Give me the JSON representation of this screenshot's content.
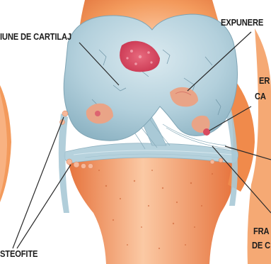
{
  "labels": {
    "cartilage_loss": "IUNE DE CARTILAJ",
    "bone_exposure": "EXPUNERE",
    "erosion_line1": "ER",
    "erosion_line2": "CA",
    "fracture_line1": "FRA",
    "fracture_line2": "DE C",
    "osteophytes": "STEOFITE"
  },
  "colors": {
    "bone_orange": "#f08a4b",
    "cartilage_blue": "#a9c9d6",
    "lesion_red": "#d94a5e",
    "label_text": "#1c1c1c"
  }
}
